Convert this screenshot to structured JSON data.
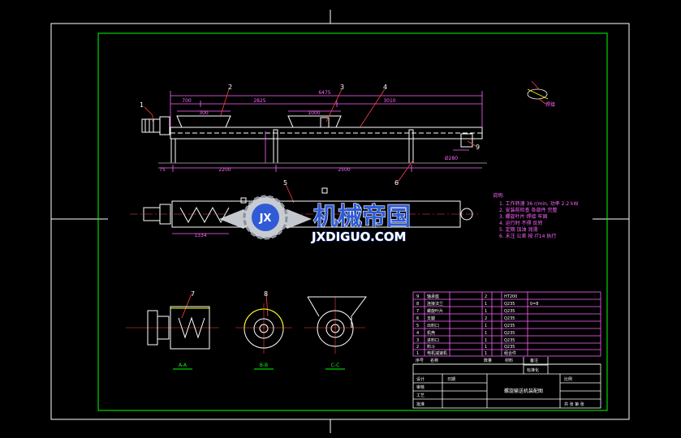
{
  "colors": {
    "background": "#000000",
    "border": "#ffffff",
    "frame": "#00ff00",
    "geometry": "#ffffff",
    "dimensions": "#ff66ff",
    "leaders": "#ff4444",
    "labels": "#ffffff",
    "hatch": "#ffff00",
    "title_block": "#ff66ff",
    "watermark_text": "#2f5bd6",
    "watermark_logo": "#d9dde3"
  },
  "part_numbers": [
    "1",
    "2",
    "3",
    "4",
    "5",
    "6",
    "7",
    "8",
    "9"
  ],
  "dimensions": {
    "overall": "6475",
    "top_row": [
      "700",
      "2825",
      "3010"
    ],
    "top_hopper_1": "300",
    "top_hopper_2": "1000",
    "bottom_row": [
      "75",
      "2200",
      "2500"
    ],
    "plan_length": "1334",
    "diameter": "Ø280"
  },
  "section_marks": [
    "A-A",
    "B-B",
    "C-C"
  ],
  "detail_label": "焊接",
  "watermark": {
    "name": "机械帝国",
    "url": "JXDIGUO.COM",
    "emblem": "JX"
  },
  "notes": {
    "title": "说明:",
    "lines": [
      "1. 工作转速 36 r/min, 功率 2.2 kW",
      "2. 安装前检查 各部件 完整",
      "3. 螺旋叶片 焊接 牢固",
      "4. 运行时 不得 反转",
      "5. 定期 加油 润滑",
      "6. 未注 公差 按 IT14 执行"
    ]
  },
  "bom": {
    "headers": [
      "序号",
      "名称",
      "数量",
      "材料",
      "备注"
    ],
    "rows": [
      [
        "9",
        "轴承座",
        "2",
        "HT200",
        ""
      ],
      [
        "8",
        "连接法兰",
        "1",
        "Q235",
        "δ=8"
      ],
      [
        "7",
        "螺旋叶片",
        "1",
        "Q235",
        ""
      ],
      [
        "6",
        "支腿",
        "2",
        "Q235",
        ""
      ],
      [
        "5",
        "出料口",
        "1",
        "Q235",
        ""
      ],
      [
        "4",
        "机壳",
        "1",
        "Q235",
        ""
      ],
      [
        "3",
        "进料口",
        "1",
        "Q235",
        ""
      ],
      [
        "2",
        "料斗",
        "1",
        "Q235",
        ""
      ],
      [
        "1",
        "电机减速机",
        "1",
        "组合件",
        ""
      ]
    ]
  },
  "title_block": {
    "drawing_title": "螺旋输送机装配图",
    "scale_label": "比例",
    "sheet_label": "共 张 第 张",
    "cells": [
      "设计",
      "审核",
      "工艺",
      "批准",
      "日期",
      "标准化"
    ]
  }
}
